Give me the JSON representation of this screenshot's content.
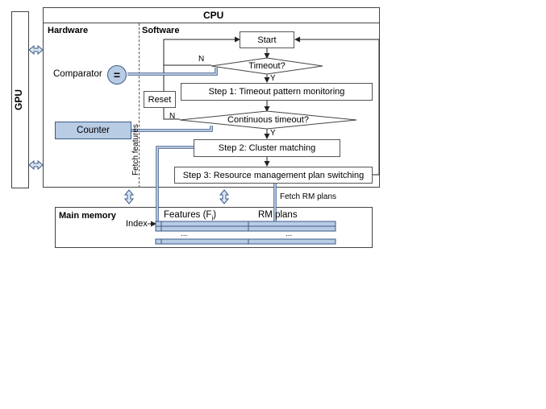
{
  "gpu": {
    "label": "GPU"
  },
  "cpu": {
    "title": "CPU",
    "hardware_label": "Hardware",
    "software_label": "Software",
    "comparator_label": "Comparator",
    "comparator_symbol": "=",
    "counter_label": "Counter",
    "reset_label": "Reset"
  },
  "flow": {
    "start": "Start",
    "timeout": "Timeout?",
    "step1": "Step 1: Timeout pattern monitoring",
    "continuous": "Continuous timeout?",
    "step2": "Step 2: Cluster matching",
    "step3": "Step 3: Resource management plan switching",
    "no_label_1": "N",
    "yes_label_1": "Y",
    "no_label_2": "N",
    "yes_label_2": "Y",
    "fetch_features": "Fetch features",
    "fetch_rm_plans": "Fetch RM plans"
  },
  "memory": {
    "title": "Main memory",
    "index_label": "Index",
    "features_label": "Features (F",
    "features_subscript": "i",
    "features_close": ")",
    "rm_plans_label": "RM plans",
    "ellipsis_features": "...",
    "ellipsis_rm": "..."
  },
  "colors": {
    "accent_fill": "#b8cce4",
    "border": "#444444"
  }
}
